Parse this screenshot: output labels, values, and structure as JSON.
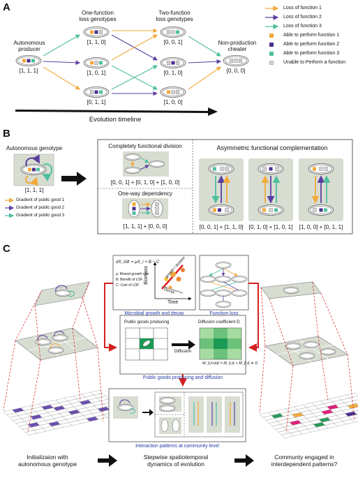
{
  "panel_a": {
    "letter": "A",
    "stage_one_fn": "One-function\nloss genotypes",
    "stage_two_fn": "Two-function\nloss genotypes",
    "autonomous_label": "Autonomous\nproducer",
    "cheater_label": "Non-production\ncheater",
    "vectors": {
      "auto": "[1, 1, 1]",
      "one_a": "[1, 1, 0]",
      "one_b": "[1, 0, 1]",
      "one_c": "[0, 1, 1]",
      "two_a": "[0, 0, 1]",
      "two_b": "[0, 1, 0]",
      "two_c": "[1, 0, 0]",
      "cheater": "[0, 0, 0]"
    },
    "timeline": "Evolution timeline",
    "legend": [
      {
        "label": "Loss of function 1",
        "color": "#f2a93b"
      },
      {
        "label": "Loss of function 2",
        "color": "#5b3fa0"
      },
      {
        "label": "Loss of function 3",
        "color": "#4fbf9f"
      },
      {
        "label": "Able to perform function 1",
        "color": "#f2a93b"
      },
      {
        "label": "Able to perform function 2",
        "color": "#4b2f8f"
      },
      {
        "label": "Able to perform function 3",
        "color": "#4fbf9f"
      },
      {
        "label": "Unable to Perform a function",
        "color": "#ffffff"
      }
    ]
  },
  "panel_b": {
    "letter": "B",
    "autonomous_title": "Autonomous genotype",
    "autonomous_vector": "[1, 1, 1]",
    "gradients": [
      {
        "label": "Gradient of public good 1",
        "color": "#f2a93b"
      },
      {
        "label": "Gradient of public good 2",
        "color": "#5b3fa0"
      },
      {
        "label": "Gradient of public good 3",
        "color": "#4fbf9f"
      }
    ],
    "division_title": "Completely functional division",
    "division_formula": "[0, 0, 1] + [0, 1, 0] + [1, 0, 0]",
    "oneway_title": "One-way dependency",
    "oneway_formula": "[1, 1, 1] + [0, 0, 0]",
    "asym_title": "Asymmetric functional complementation",
    "asym_formulas": [
      "[0, 0, 1] + [1, 1, 0]",
      "[0, 1, 0] + [1, 0, 1]",
      "[1, 0, 0] + [0, 1, 1]"
    ]
  },
  "panel_c": {
    "letter": "C",
    "eq_lhs": "dX_i/dt",
    "eq_rhs": "= μX_i + B − C",
    "eq_defs": [
      "μ: Monod growth rate",
      "B: Benefit of LOF",
      "C: Cost of LOF"
    ],
    "axis_y": "Biomass",
    "axis_x": "Time",
    "growth_label": "growth / division",
    "decay_label": "Decay",
    "box_growth": "Microbial growth and decay",
    "box_loss": "Function loss",
    "pg_producing": "Public goods producing",
    "diffusion_coeff": "Diffusion coefficient D",
    "diffusion": "Diffusion",
    "diff_eq": "M_{i,t+Δt} = M_{i,t} + M̂_{i,t} ∗ D",
    "box_pg": "Public goods producing and diffusion",
    "box_interaction": "Interaction patterns at community level",
    "bottom_left": "Initializaion with\nautonomous genotype",
    "bottom_mid": "Stepwise spatiotemporal\ndynamics of evolution",
    "bottom_right": "Communty engaged in\ninterdependent patterns?"
  }
}
